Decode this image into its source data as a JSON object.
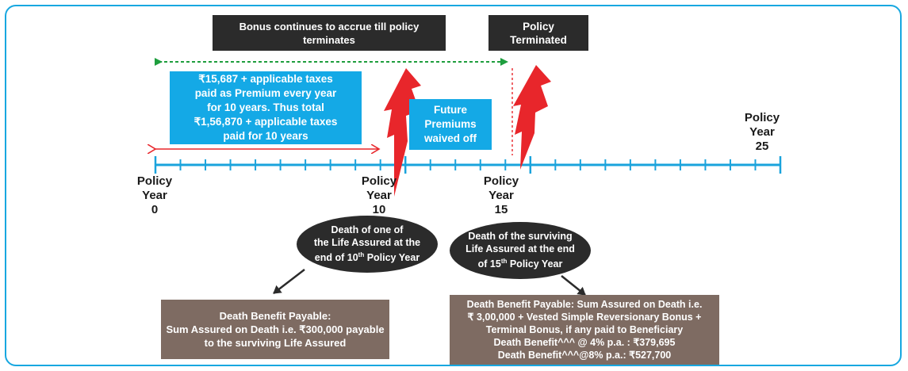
{
  "bonus_box": {
    "line1": "Bonus continues to accrue till policy",
    "line2": "terminates"
  },
  "policy_terminated_box": {
    "line1": "Policy",
    "line2": "Terminated"
  },
  "premium_box": {
    "line1": "₹15,687 + applicable taxes",
    "line2": "paid as Premium every year",
    "line3": "for 10 years. Thus total",
    "line4": "₹1,56,870 + applicable taxes",
    "line5": "paid for 10 years"
  },
  "waived_box": {
    "line1": "Future",
    "line2": "Premiums",
    "line3": "waived off"
  },
  "timeline": {
    "year0": {
      "word1": "Policy",
      "word2": "Year",
      "num": "0"
    },
    "year10": {
      "word1": "Policy",
      "word2": "Year",
      "num": "10"
    },
    "year15": {
      "word1": "Policy",
      "word2": "Year",
      "num": "15"
    },
    "year25": {
      "word1": "Policy",
      "word2": "Year",
      "num": "25"
    }
  },
  "death1_ellipse": {
    "line1": "Death of one of",
    "line2": "the Life Assured at the",
    "line3_pre": "end of 10",
    "line3_sup": "th",
    "line3_post": " Policy Year"
  },
  "death2_ellipse": {
    "line1": "Death of the surviving",
    "line2": "Life Assured at the end",
    "line3_pre": "of 15",
    "line3_sup": "th",
    "line3_post": " Policy Year"
  },
  "benefit1_box": {
    "line1": "Death Benefit Payable:",
    "line2": "Sum Assured on Death i.e. ₹300,000 payable",
    "line3": "to the surviving Life Assured"
  },
  "benefit2_box": {
    "line1": "Death Benefit Payable: Sum Assured on Death i.e.",
    "line2": "₹ 3,00,000 + Vested Simple Reversionary Bonus +",
    "line3": "Terminal Bonus, if any paid to Beneficiary",
    "line4": "Death Benefit^^^ @ 4% p.a. : ₹379,695",
    "line5": "Death Benefit^^^@8% p.a.: ₹527,700"
  },
  "colors": {
    "frame": "#17a7e0",
    "timeline": "#1aa3dc",
    "dark": "#2b2b2b",
    "blue": "#14a9e6",
    "brown": "#7e6b62",
    "bolt": "#e8262b",
    "green_arrow": "#1e9e3e",
    "red_arrow": "#e8262b"
  },
  "icons": [
    "lightning-bolt-icon",
    "lightning-bolt-icon"
  ]
}
